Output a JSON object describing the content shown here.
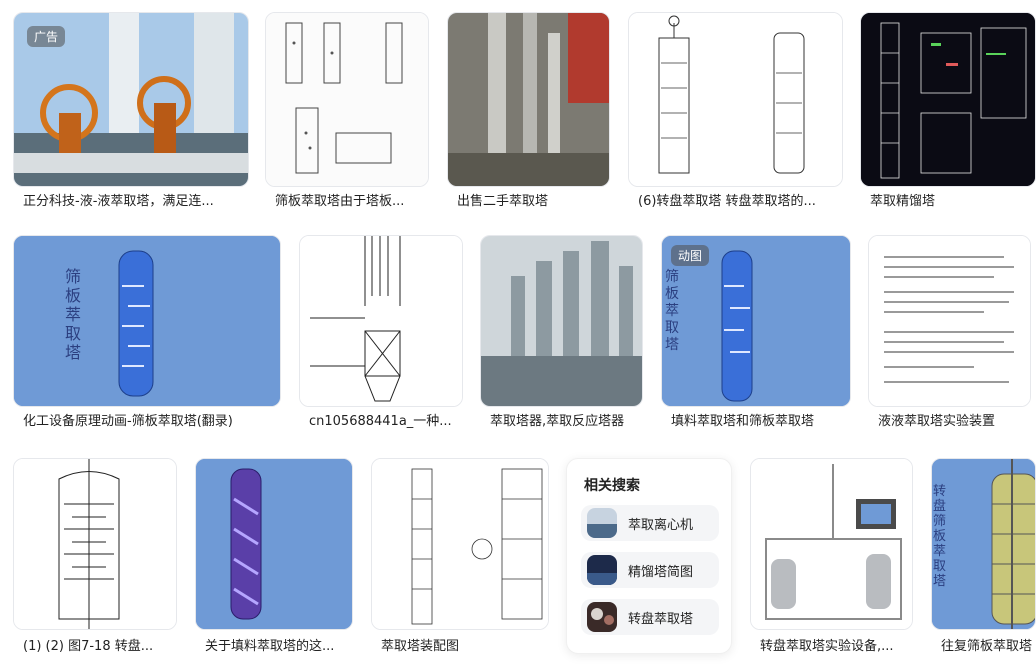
{
  "row1": [
    {
      "caption": "正分科技-液-液萃取塔，满足连...",
      "badge": "广告"
    },
    {
      "caption": "筛板萃取塔由于塔板..."
    },
    {
      "caption": "出售二手萃取塔"
    },
    {
      "caption": "(6)转盘萃取塔 转盘萃取塔的..."
    },
    {
      "caption": "萃取精馏塔"
    }
  ],
  "row2": [
    {
      "caption": "化工设备原理动画-筛板萃取塔(翻录)",
      "image_text": "筛板萃取塔"
    },
    {
      "caption": "cn105688441a_一种..."
    },
    {
      "caption": "萃取塔器,萃取反应塔器"
    },
    {
      "caption": "填料萃取塔和筛板萃取塔",
      "badge": "动图",
      "image_text": "筛板萃取塔"
    },
    {
      "caption": "液液萃取塔实验装置"
    }
  ],
  "row3": [
    {
      "caption": "(1) (2) 图7-18 转盘..."
    },
    {
      "caption": "关于填料萃取塔的这..."
    },
    {
      "caption": "萃取塔装配图"
    },
    {
      "caption": "转盘萃取塔实验设备,..."
    },
    {
      "caption": "往复筛板萃取塔",
      "image_text": "转盘筛板萃取塔"
    }
  ],
  "related": {
    "title": "相关搜索",
    "items": [
      {
        "label": "萃取离心机"
      },
      {
        "label": "精馏塔简图"
      },
      {
        "label": "转盘萃取塔"
      }
    ]
  },
  "colors": {
    "diagram_blue": "#6f9ad6",
    "column_blue": "#3a6fd8",
    "dark_cad": "#0b0b14"
  }
}
